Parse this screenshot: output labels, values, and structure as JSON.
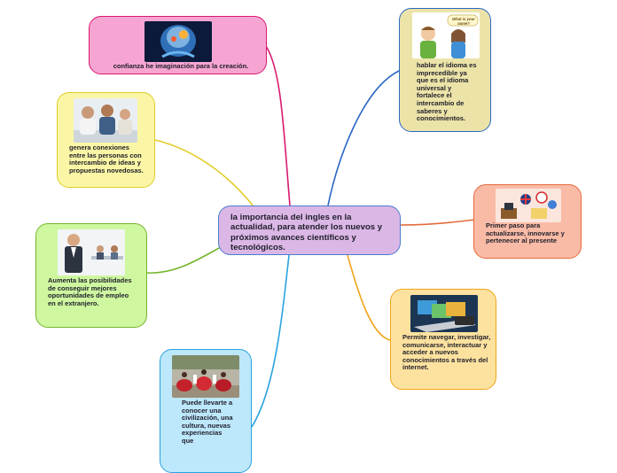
{
  "map": {
    "central_topic": "la importancia del ingles en la actualidad, para atender los nuevos y próximos avances científicos y tecnológicos.",
    "branches": [
      {
        "text": "confianza he imaginación para la creación.",
        "image": "glowing-head-image",
        "fill": "#f6a5d2",
        "border": "#d8196f",
        "line": "#d8196f"
      },
      {
        "text": "genera conexiones entre las personas con intercambio de ideas y propuestas novedosas.",
        "image": "meeting-people-image",
        "fill": "#fbf6a5",
        "border": "#e2cc2a",
        "line": "#e2cc2a"
      },
      {
        "text": "Aumenta las posibilidades de conseguir mejores oportunidades de empleo en el extranjero.",
        "image": "businessman-image",
        "fill": "#cef7a0",
        "border": "#76b52c",
        "line": "#76b52c"
      },
      {
        "text": "Puede llevarte a conocer una civilización, una cultura, nuevas experiencias que",
        "image": "dancers-image",
        "fill": "#bde7fb",
        "border": "#2aa2df",
        "line": "#2aa2df"
      },
      {
        "text": "hablar el idioma es imprecedible ya que es el idioma universal y fortalece  el intercambio de saberes y conocimientos.",
        "image": "conversation-image",
        "image_caption": "What is your name?",
        "fill": "#ece3a8",
        "border": "#2a67c2",
        "line": "#2a67c2"
      },
      {
        "text": "Primer paso para actualizarse, innovarse y pertenecer al presente",
        "image": "flags-image",
        "fill": "#f9bba6",
        "border": "#e46a3c",
        "line": "#e46a3c"
      },
      {
        "text": "Permite navegar, investigar, comunicarse, interactuar  y acceder a nuevos conocimientos a través del internet.",
        "image": "laptop-image",
        "fill": "#fde29f",
        "border": "#f1a41a",
        "line": "#f1a41a"
      }
    ]
  }
}
